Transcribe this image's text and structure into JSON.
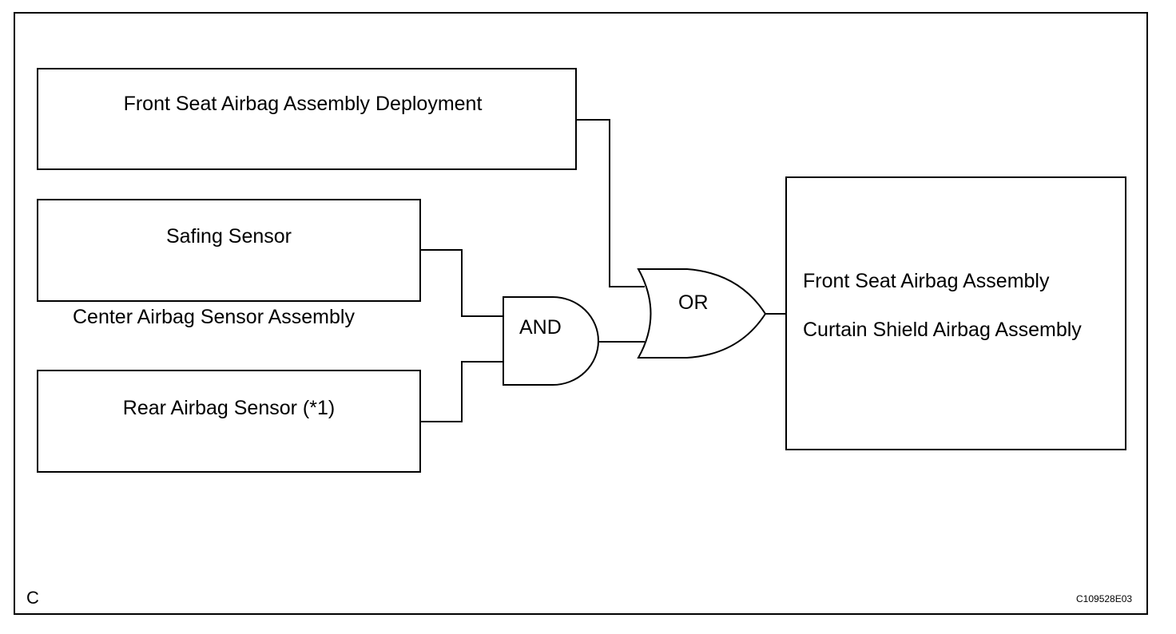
{
  "diagram": {
    "boxes": {
      "front_seat_deployment": "Front Seat Airbag Assembly Deployment",
      "safing_sensor": "Safing Sensor",
      "rear_airbag_sensor": "Rear Airbag Sensor (*1)"
    },
    "center_sensor_label": "Center Airbag Sensor Assembly",
    "gates": {
      "and_label": "AND",
      "or_label": "OR"
    },
    "outputs": {
      "line1": "Front Seat Airbag Assembly",
      "line2": "Curtain Shield Airbag Assembly"
    },
    "corner_label": "C",
    "figure_code": "C109528E03"
  }
}
